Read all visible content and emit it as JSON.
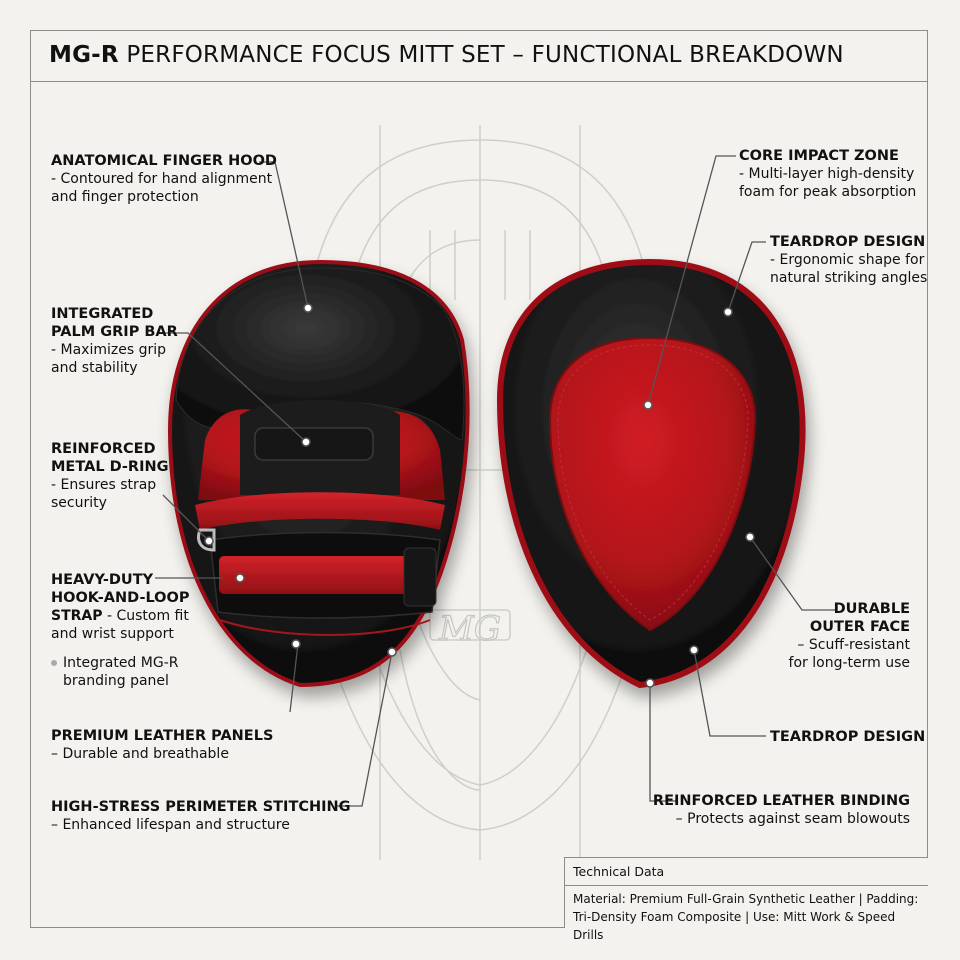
{
  "title": {
    "brand": "MG-R",
    "rest": " PERFORMANCE FOCUS MITT SET – FUNCTIONAL BREAKDOWN"
  },
  "watermark": "MG",
  "callouts": {
    "finger_hood": {
      "heading": "ANATOMICAL FINGER HOOD",
      "desc": [
        "- Contoured for hand alignment",
        "and finger protection"
      ]
    },
    "palm_grip": {
      "heading": [
        "INTEGRATED",
        "PALM GRIP BAR"
      ],
      "desc": [
        "- Maximizes grip",
        "and stability"
      ]
    },
    "d_ring": {
      "heading": [
        "REINFORCED",
        "METAL D-RING"
      ],
      "desc": [
        "- Ensures strap",
        "security"
      ]
    },
    "strap": {
      "heading": [
        "HEAVY-DUTY",
        "HOOK-AND-LOOP"
      ],
      "heading_last": "STRAP",
      "desc_inline": " - Custom fit",
      "desc": [
        "and wrist support"
      ]
    },
    "branding": {
      "desc": [
        "Integrated MG-R",
        "branding panel"
      ]
    },
    "leather_panels": {
      "heading": "PREMIUM LEATHER PANELS",
      "desc": "– Durable and breathable"
    },
    "stitching": {
      "heading": "HIGH-STRESS PERIMETER STITCHING",
      "desc": "– Enhanced lifespan and structure"
    },
    "core_zone": {
      "heading": "CORE IMPACT ZONE",
      "desc": [
        "- Multi-layer high-density",
        "foam for peak absorption"
      ]
    },
    "teardrop_top": {
      "heading": "TEARDROP DESIGN",
      "desc": [
        "- Ergonomic shape for",
        "natural striking angles"
      ]
    },
    "outer_face": {
      "heading": [
        "DURABLE",
        "OUTER FACE"
      ],
      "desc": [
        "– Scuff-resistant",
        "for long-term use"
      ]
    },
    "teardrop_bottom": {
      "heading": "TEARDROP DESIGN"
    },
    "binding": {
      "heading": "REINFORCED LEATHER BINDING",
      "desc": "– Protects against seam blowouts"
    }
  },
  "technical_data": {
    "header": "Technical Data",
    "body": "Material: Premium Full-Grain Synthetic Leather | Padding: Tri-Density Foam Composite | Use: Mitt Work & Speed Drills"
  },
  "colors": {
    "background": "#f3f2ee",
    "leather_black": "#161616",
    "leather_red": "#b3141b",
    "callout_line": "#555555"
  }
}
